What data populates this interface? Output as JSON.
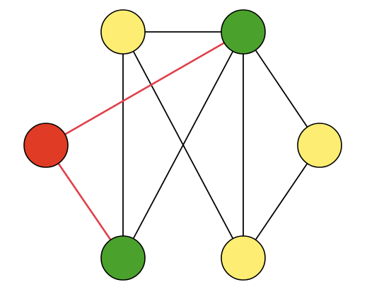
{
  "graph": {
    "colors": {
      "yellow": "#fded72",
      "green": "#4aa22c",
      "red": "#e03b24",
      "edge_default": "#000000",
      "edge_highlight": "#e0404a",
      "node_stroke": "#000000"
    },
    "nodes": [
      {
        "id": "n-top-left",
        "color": "yellow"
      },
      {
        "id": "n-top-right",
        "color": "green"
      },
      {
        "id": "n-left",
        "color": "red"
      },
      {
        "id": "n-right",
        "color": "yellow"
      },
      {
        "id": "n-bottom-left",
        "color": "green"
      },
      {
        "id": "n-bottom-right",
        "color": "yellow"
      }
    ],
    "edges": [
      {
        "from": "n-top-left",
        "to": "n-top-right",
        "highlight": false
      },
      {
        "from": "n-top-left",
        "to": "n-bottom-left",
        "highlight": false
      },
      {
        "from": "n-top-left",
        "to": "n-bottom-right",
        "highlight": false
      },
      {
        "from": "n-top-right",
        "to": "n-left",
        "highlight": true
      },
      {
        "from": "n-top-right",
        "to": "n-bottom-left",
        "highlight": false
      },
      {
        "from": "n-top-right",
        "to": "n-bottom-right",
        "highlight": false
      },
      {
        "from": "n-top-right",
        "to": "n-right",
        "highlight": false
      },
      {
        "from": "n-left",
        "to": "n-bottom-left",
        "highlight": true
      },
      {
        "from": "n-right",
        "to": "n-bottom-right",
        "highlight": false
      }
    ]
  }
}
